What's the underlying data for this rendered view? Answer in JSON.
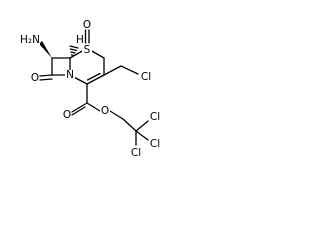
{
  "atoms": {
    "amine": "H₂N",
    "sulfur": "S",
    "sulfoxide_oxygen": "O",
    "stereo_h": "H",
    "chlorine_methyl": "Cl",
    "lactam_oxygen": "O",
    "nitrogen": "N",
    "ester_carbonyl_oxygen": "O",
    "ester_oxygen": "O",
    "chlorine_1": "Cl",
    "chlorine_2": "Cl",
    "chlorine_3": "Cl"
  }
}
